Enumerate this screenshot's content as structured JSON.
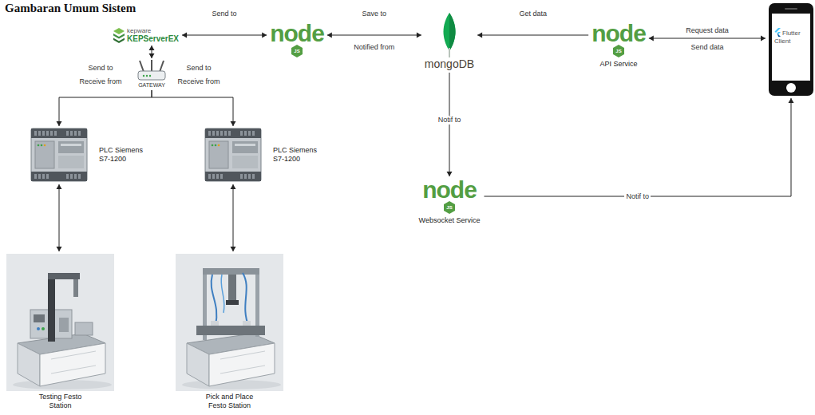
{
  "diagram": {
    "title": "Gambaran Umum Sistem",
    "nodes": [
      {
        "text": [
          "kepware",
          "KEPServerEX"
        ]
      },
      {
        "text": [
          "node",
          "JS"
        ]
      },
      {
        "text": [
          "mongoDB"
        ]
      },
      {
        "text": [
          "node",
          "JS",
          "API Service"
        ]
      },
      {
        "text": [
          "Flutter Client"
        ]
      },
      {
        "text": [
          "GATEWAY"
        ]
      },
      {
        "text": [
          "PLC Siemens S7-1200"
        ]
      },
      {
        "text": [
          "PLC Siemens S7-1200"
        ]
      },
      {
        "text": [
          "node",
          "JS",
          "Websocket Service"
        ]
      },
      {
        "text": [
          "Testing Festo Station"
        ]
      },
      {
        "text": [
          "Pick and Place Festo Station"
        ]
      }
    ],
    "edges": [
      {
        "from": 0,
        "to": 1,
        "arrow": "both",
        "label": "Send to"
      },
      {
        "from": 1,
        "to": 2,
        "arrow": "both",
        "label": "Save to"
      },
      {
        "from": 3,
        "to": 2,
        "arrow": "to",
        "label": "Get data"
      },
      {
        "from": 3,
        "to": 4,
        "arrow": "both",
        "label": "Request data"
      },
      {
        "from": 2,
        "to": 8,
        "arrow": "to",
        "label": "Notif to"
      },
      {
        "from": 8,
        "to": 4,
        "arrow": "to",
        "label": "Notif to"
      },
      {
        "from": 0,
        "to": 5,
        "arrow": "both"
      },
      {
        "from": 5,
        "to": 6,
        "arrow": "to",
        "label": "Send to"
      },
      {
        "from": 5,
        "to": 7,
        "arrow": "to",
        "label": "Send to"
      },
      {
        "from": 6,
        "to": 9,
        "arrow": "both"
      },
      {
        "from": 7,
        "to": 10,
        "arrow": "both"
      }
    ],
    "labels": [
      "Notified from",
      "Send data",
      "Receive from",
      "Receive from"
    ]
  }
}
